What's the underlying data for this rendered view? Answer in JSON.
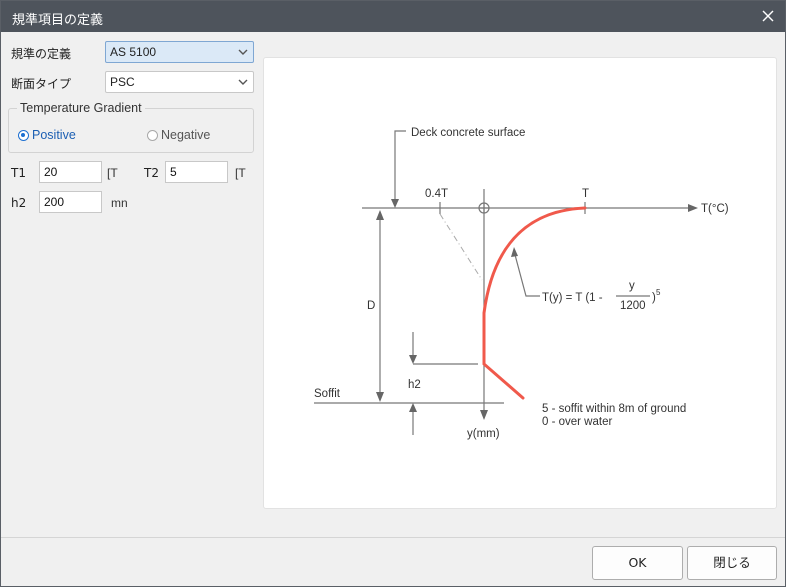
{
  "window": {
    "title": "規準項目の定義",
    "close_icon": "close-icon"
  },
  "form": {
    "standard_label": "規準の定義",
    "standard_value": "AS 5100",
    "section_label": "断面タイプ",
    "section_value": "PSC",
    "gradient_group_title": "Temperature Gradient",
    "positive_label": "Positive",
    "negative_label": "Negative",
    "selected_gradient": "Positive",
    "t1_label": "T1",
    "t1_value": "20",
    "t1_unit": "[T",
    "t2_label": "T2",
    "t2_value": "5",
    "t2_unit": "[T",
    "h2_label": "h2",
    "h2_value": "200",
    "h2_unit": "mn"
  },
  "diagram": {
    "deck_surface": "Deck concrete surface",
    "label_04t": "0.4T",
    "label_t": "T",
    "axis_t": "T(°C)",
    "label_d": "D",
    "formula_main": "T(y) = T (1 -",
    "formula_num": "y",
    "formula_den": "1200",
    "formula_close": ")",
    "formula_exp": "5",
    "label_h2": "h2",
    "label_soffit": "Soffit",
    "note_1": "5 - soffit within 8m of ground",
    "note_2": "0 - over water",
    "axis_y": "y(mm)",
    "curve_color": "#f0594b"
  },
  "buttons": {
    "ok": "OK",
    "close": "閉じる"
  }
}
